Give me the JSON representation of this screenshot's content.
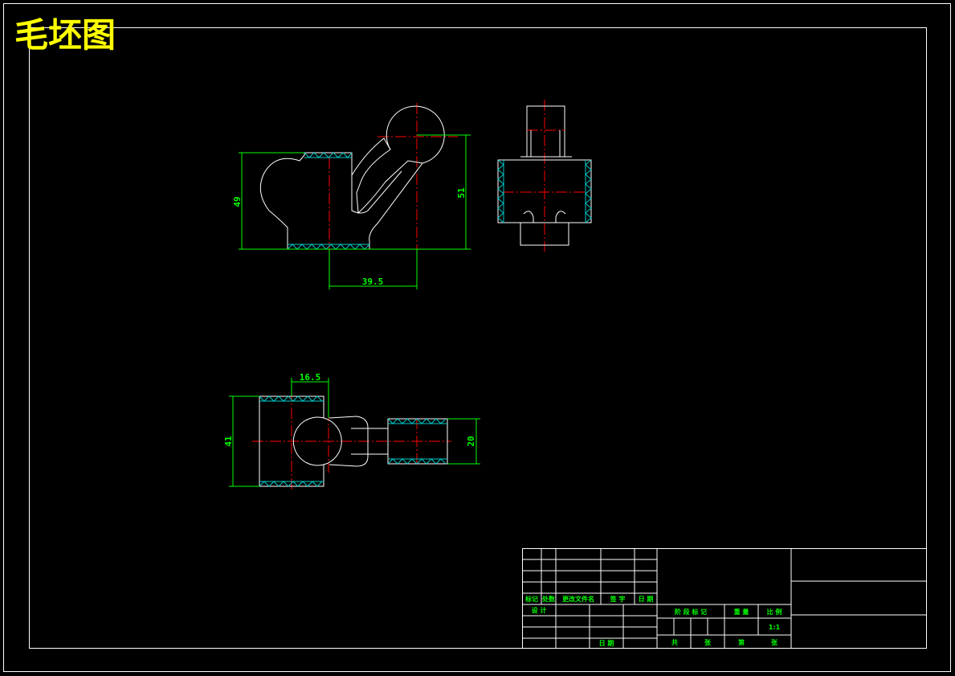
{
  "title": "毛坯图",
  "dimensions": {
    "front_height_left": "49",
    "front_height_right": "51",
    "front_width": "39.5",
    "top_width": "16.5",
    "top_height_left": "41",
    "top_height_right": "20"
  },
  "title_block": {
    "rev_headers": [
      "标记",
      "处数",
      "更改文件名",
      "签 字",
      "日 期"
    ],
    "design_label": "设 计",
    "date_label": "日 期",
    "stage_label": "阶 段 标 记",
    "weight_label": "重 量",
    "scale_label": "比 例",
    "scale_value": "1:1",
    "total_label": "共",
    "sheet_unit_1": "张",
    "sheet_label": "第",
    "sheet_unit_2": "张"
  },
  "colors": {
    "outline": "#ffffff",
    "dimension": "#00ff00",
    "centerline": "#ff0000",
    "hatch": "#00c8c8",
    "title": "#ffff00"
  }
}
